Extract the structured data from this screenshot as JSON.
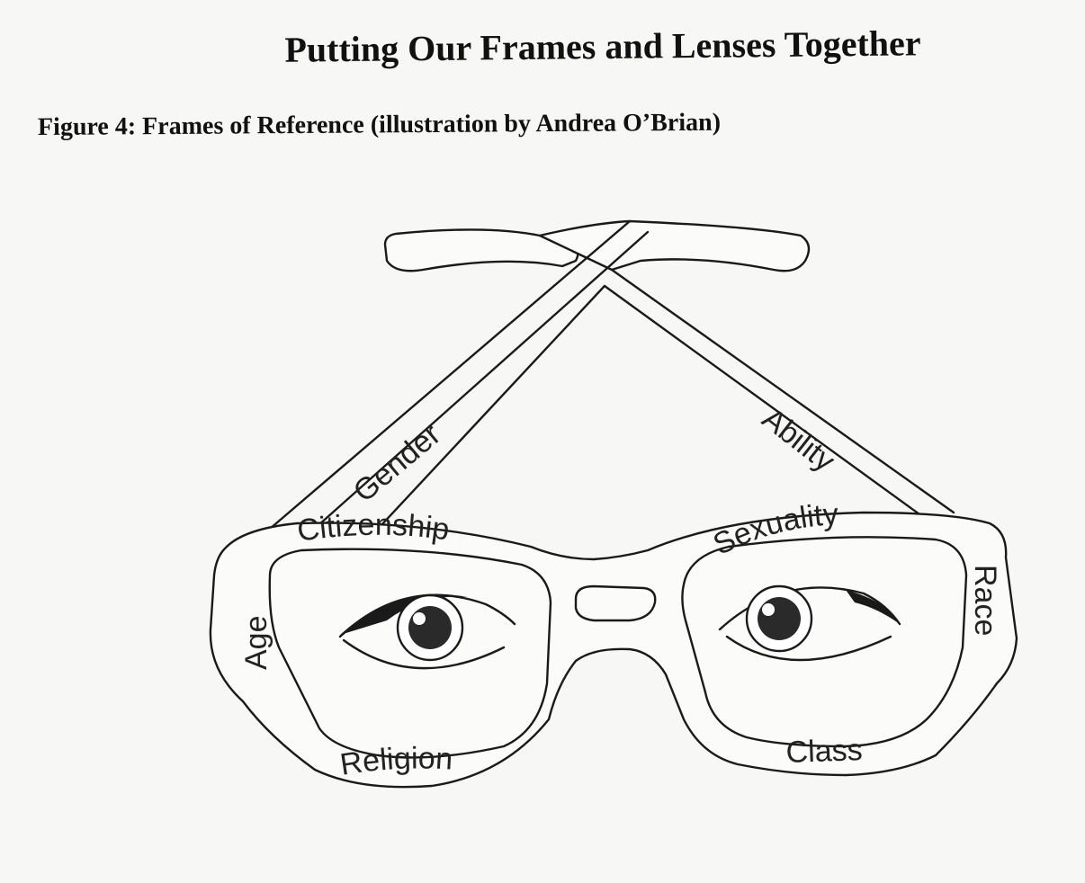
{
  "title": "Putting Our Frames and Lenses Together",
  "caption": "Figure 4: Frames of Reference (illustration by Andrea O’Brian)",
  "labels": {
    "gender": "Gender",
    "ability": "Ability",
    "citizenship": "Citizenship",
    "sexuality": "Sexuality",
    "age": "Age",
    "race": "Race",
    "religion": "Religion",
    "class": "Class"
  },
  "colors": {
    "ink": "#1a1a1a",
    "paper": "#f7f7f5"
  }
}
